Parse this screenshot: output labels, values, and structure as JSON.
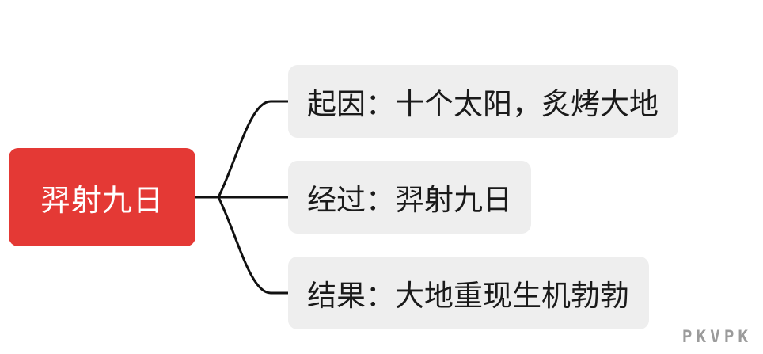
{
  "root": {
    "label": "羿射九日",
    "color": "#e43935"
  },
  "branches": [
    {
      "label": "起因：十个太阳，炙烤大地"
    },
    {
      "label": "经过：羿射九日"
    },
    {
      "label": "结果：大地重现生机勃勃"
    }
  ],
  "branch_color": "#eeeeee",
  "connector_color": "#111111",
  "watermark": "PKVPK"
}
